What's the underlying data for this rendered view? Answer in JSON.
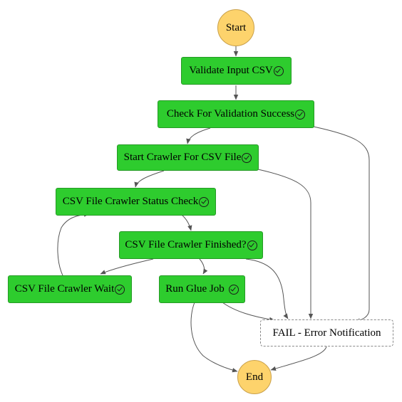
{
  "diagram": {
    "nodes": {
      "start": {
        "label": "Start",
        "kind": "terminal"
      },
      "validate": {
        "label": "Validate Input CSV",
        "kind": "task",
        "icon": "check-circle-icon"
      },
      "check_validation": {
        "label": "Check For Validation Success",
        "kind": "choice",
        "icon": "check-circle-icon"
      },
      "start_crawler": {
        "label": "Start Crawler For CSV File",
        "kind": "task",
        "icon": "check-circle-icon"
      },
      "crawler_status": {
        "label": "CSV File Crawler Status Check",
        "kind": "task",
        "icon": "check-circle-icon"
      },
      "crawler_finished": {
        "label": "CSV File Crawler Finished?",
        "kind": "choice",
        "icon": "check-circle-icon"
      },
      "crawler_wait": {
        "label": "CSV File Crawler Wait",
        "kind": "wait",
        "icon": "check-circle-icon"
      },
      "run_glue": {
        "label": "Run Glue Job",
        "kind": "task",
        "icon": "check-circle-icon"
      },
      "fail": {
        "label": "FAIL - Error Notification",
        "kind": "fail"
      },
      "end": {
        "label": "End",
        "kind": "terminal"
      }
    },
    "edges": [
      {
        "from": "start",
        "to": "validate"
      },
      {
        "from": "validate",
        "to": "check_validation"
      },
      {
        "from": "check_validation",
        "to": "start_crawler"
      },
      {
        "from": "check_validation",
        "to": "fail"
      },
      {
        "from": "start_crawler",
        "to": "crawler_status"
      },
      {
        "from": "start_crawler",
        "to": "fail"
      },
      {
        "from": "crawler_status",
        "to": "crawler_finished"
      },
      {
        "from": "crawler_finished",
        "to": "crawler_wait"
      },
      {
        "from": "crawler_finished",
        "to": "run_glue"
      },
      {
        "from": "crawler_finished",
        "to": "fail"
      },
      {
        "from": "crawler_wait",
        "to": "crawler_status"
      },
      {
        "from": "run_glue",
        "to": "fail"
      },
      {
        "from": "run_glue",
        "to": "end"
      },
      {
        "from": "fail",
        "to": "end"
      }
    ],
    "colors": {
      "task_fill": "#2ecc2e",
      "terminal_fill": "#fdd36c",
      "fail_fill": "#ffffff",
      "edge": "#555555"
    }
  }
}
